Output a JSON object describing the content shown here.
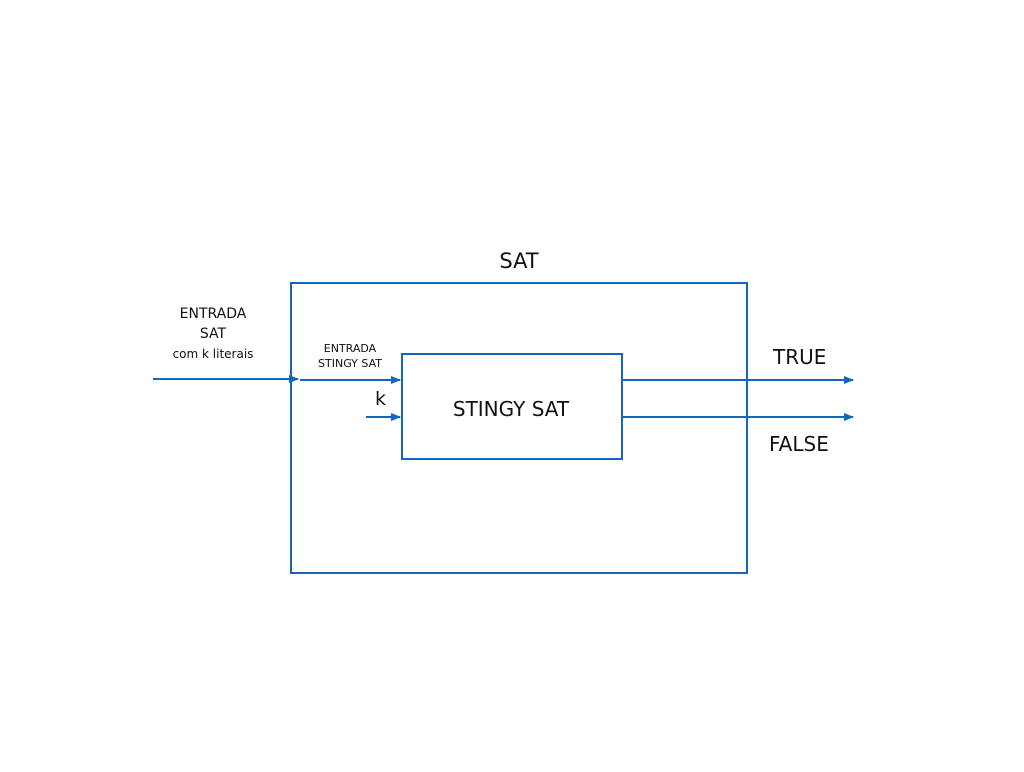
{
  "diagram": {
    "line_color": "#1565c0",
    "outer_block": {
      "title": "SAT"
    },
    "inner_block": {
      "title": "STINGY SAT"
    },
    "input": {
      "line1": "ENTRADA",
      "line2": "SAT",
      "line3": "com k literais"
    },
    "inner_input": {
      "line1": "ENTRADA",
      "line2": "STINGY SAT"
    },
    "param": {
      "label": "k"
    },
    "outputs": {
      "true_label": "TRUE",
      "false_label": "FALSE"
    }
  }
}
